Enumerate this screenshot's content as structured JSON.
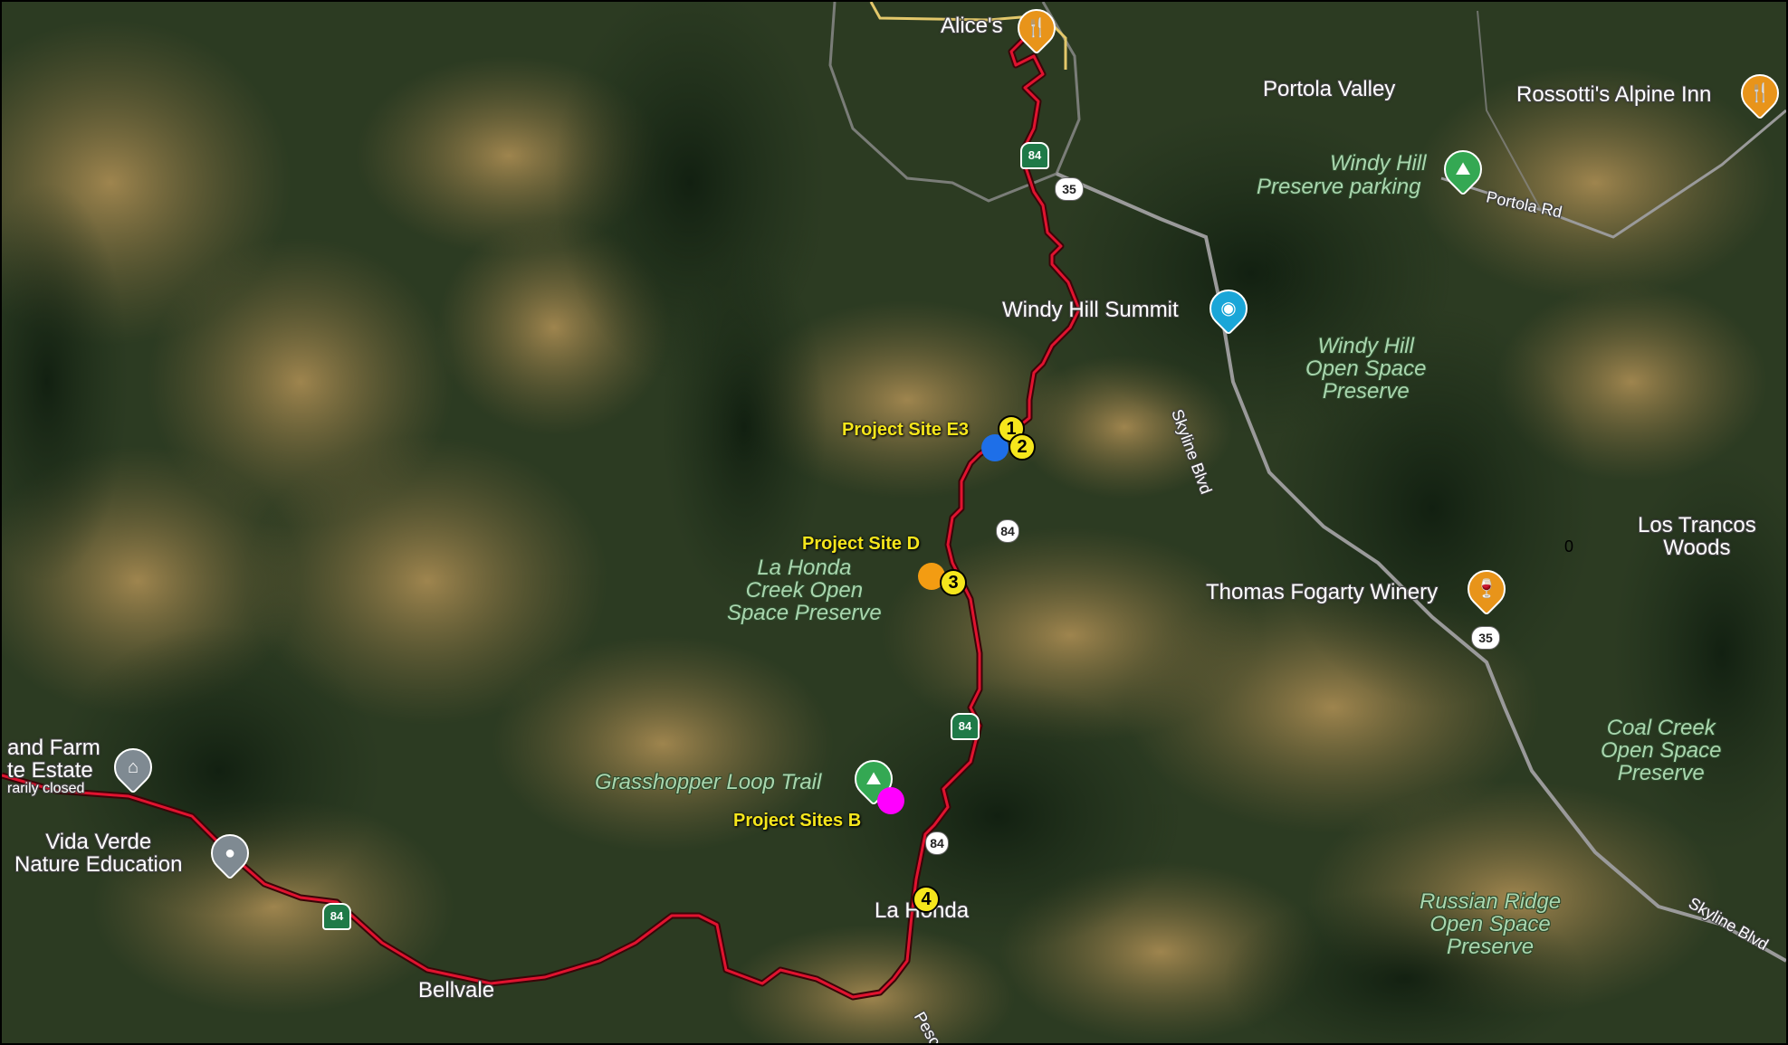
{
  "map": {
    "colors": {
      "route": "#c8102e",
      "e3_site": "#1e6fe8",
      "d_site": "#f39c12",
      "b_sites": "#ff00ff",
      "marker": "#f5e61c",
      "road": "#9a9a9a"
    },
    "places": {
      "alices": "Alice's",
      "portola_valley": "Portola Valley",
      "rossottis": "Rossotti's Alpine Inn",
      "windy_hill_parking_1": "Windy Hill",
      "windy_hill_parking_2": "Preserve parking",
      "portola_rd": "Portola Rd",
      "windy_hill_summit": "Windy Hill Summit",
      "windy_hill_osp": [
        "Windy Hill",
        "Open Space",
        "Preserve"
      ],
      "skyline_blvd_1": "Skyline Blvd",
      "skyline_blvd_2": "Skyline Blvd",
      "los_trancos": [
        "Los Trancos",
        "Woods"
      ],
      "thomas_fogarty": "Thomas Fogarty Winery",
      "la_honda_creek": [
        "La Honda",
        "Creek Open",
        "Space Preserve"
      ],
      "coal_creek": [
        "Coal Creek",
        "Open Space",
        "Preserve"
      ],
      "grasshopper": "Grasshopper Loop Trail",
      "russian_ridge": [
        "Russian Ridge",
        "Open Space",
        "Preserve"
      ],
      "la_honda": "La Honda",
      "bellvale": "Bellvale",
      "vida_verde": [
        "Vida Verde",
        "Nature Education"
      ],
      "farm_estate": [
        "and Farm",
        "te Estate",
        "rarily closed"
      ],
      "pesc": "Pesc",
      "stray_zero": "0"
    },
    "project_sites": {
      "e3": "Project Site E3",
      "d": "Project Site D",
      "b": "Project Sites B"
    },
    "markers": [
      "1",
      "2",
      "3",
      "4"
    ],
    "route_shields": {
      "hwy84": "84",
      "hwy35": "35"
    }
  }
}
